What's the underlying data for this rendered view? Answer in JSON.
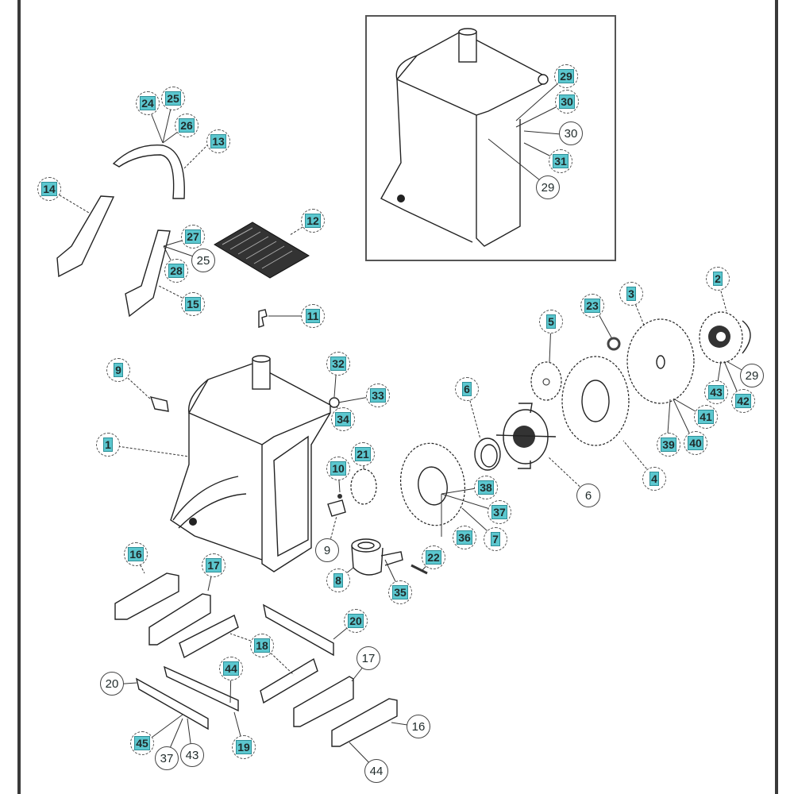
{
  "diagram": {
    "type": "exploded-parts-diagram",
    "highlight_color": "#5cc7cf",
    "inset": {
      "callouts": [
        {
          "label": "29",
          "highlighted": true
        },
        {
          "label": "30",
          "highlighted": true
        },
        {
          "label": "30",
          "highlighted": false
        },
        {
          "label": "31",
          "highlighted": true
        },
        {
          "label": "29",
          "highlighted": false
        }
      ]
    },
    "callouts": [
      {
        "label": "24",
        "highlighted": true
      },
      {
        "label": "25",
        "highlighted": true
      },
      {
        "label": "26",
        "highlighted": true
      },
      {
        "label": "13",
        "highlighted": true
      },
      {
        "label": "14",
        "highlighted": true
      },
      {
        "label": "27",
        "highlighted": true
      },
      {
        "label": "25",
        "highlighted": false
      },
      {
        "label": "28",
        "highlighted": true
      },
      {
        "label": "15",
        "highlighted": true
      },
      {
        "label": "12",
        "highlighted": true
      },
      {
        "label": "11",
        "highlighted": true
      },
      {
        "label": "9",
        "highlighted": true
      },
      {
        "label": "1",
        "highlighted": true
      },
      {
        "label": "32",
        "highlighted": true
      },
      {
        "label": "33",
        "highlighted": true
      },
      {
        "label": "34",
        "highlighted": true
      },
      {
        "label": "10",
        "highlighted": true
      },
      {
        "label": "21",
        "highlighted": true
      },
      {
        "label": "9",
        "highlighted": false
      },
      {
        "label": "8",
        "highlighted": true
      },
      {
        "label": "35",
        "highlighted": true
      },
      {
        "label": "22",
        "highlighted": true
      },
      {
        "label": "38",
        "highlighted": true
      },
      {
        "label": "37",
        "highlighted": true
      },
      {
        "label": "36",
        "highlighted": true
      },
      {
        "label": "7",
        "highlighted": true
      },
      {
        "label": "6",
        "highlighted": true
      },
      {
        "label": "6",
        "highlighted": false
      },
      {
        "label": "5",
        "highlighted": true
      },
      {
        "label": "23",
        "highlighted": true
      },
      {
        "label": "3",
        "highlighted": true
      },
      {
        "label": "4",
        "highlighted": true
      },
      {
        "label": "2",
        "highlighted": true
      },
      {
        "label": "29",
        "highlighted": false
      },
      {
        "label": "43",
        "highlighted": true
      },
      {
        "label": "42",
        "highlighted": true
      },
      {
        "label": "41",
        "highlighted": true
      },
      {
        "label": "39",
        "highlighted": true
      },
      {
        "label": "40",
        "highlighted": true
      },
      {
        "label": "16",
        "highlighted": true
      },
      {
        "label": "17",
        "highlighted": true
      },
      {
        "label": "18",
        "highlighted": true
      },
      {
        "label": "20",
        "highlighted": true
      },
      {
        "label": "44",
        "highlighted": true
      },
      {
        "label": "20",
        "highlighted": false
      },
      {
        "label": "17",
        "highlighted": false
      },
      {
        "label": "45",
        "highlighted": true
      },
      {
        "label": "37",
        "highlighted": false
      },
      {
        "label": "43",
        "highlighted": false
      },
      {
        "label": "19",
        "highlighted": true
      },
      {
        "label": "16",
        "highlighted": false
      },
      {
        "label": "44",
        "highlighted": false
      }
    ]
  }
}
